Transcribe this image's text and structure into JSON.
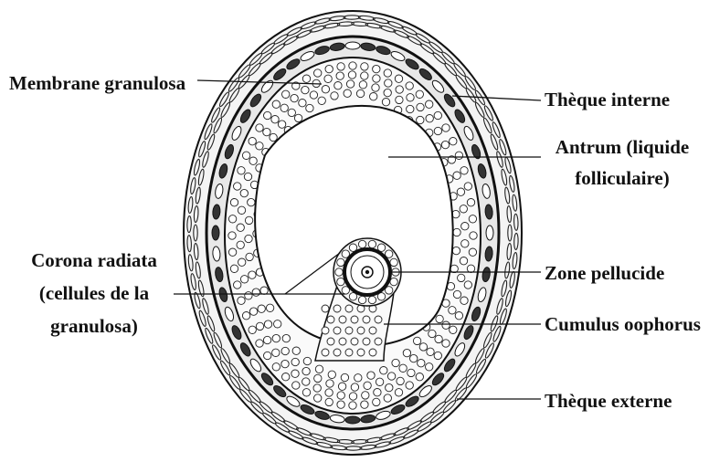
{
  "diagram": {
    "labels": {
      "membrane_granulosa": "Membrane granulosa",
      "theque_interne": "Thèque interne",
      "antrum_line1": "Antrum (liquide",
      "antrum_line2": "folliculaire)",
      "corona_line1": "Corona radiata",
      "corona_line2": "(cellules de la",
      "corona_line3": "granulosa)",
      "zone_pellucide": "Zone pellucide",
      "cumulus_oophorus": "Cumulus oophorus",
      "theque_externe": "Thèque externe"
    },
    "colors": {
      "ink": "#111111",
      "paper": "#ffffff"
    }
  }
}
